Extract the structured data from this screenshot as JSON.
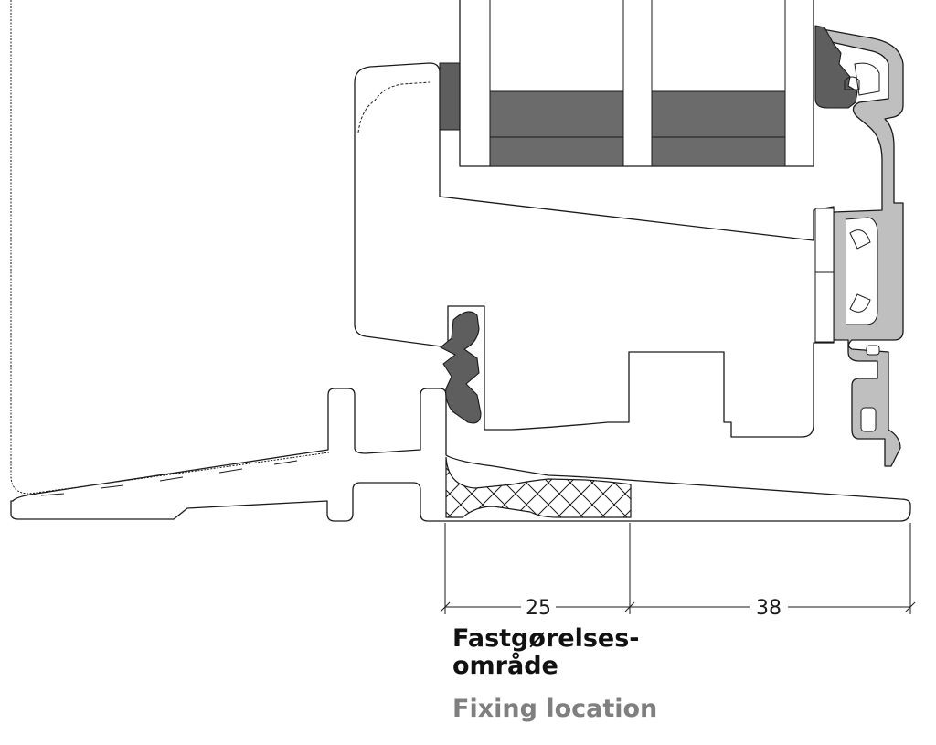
{
  "dimensions": {
    "fixing_width": "25",
    "outer_width": "38"
  },
  "labels": {
    "danish": "Fastgørelses-\nområde",
    "english": "Fixing location"
  },
  "colors": {
    "line": "#1a1a1a",
    "gasket": "#5e5e5e",
    "spacer": "#6b6b6b",
    "aluminium": "#bfbfbf",
    "label_primary": "#111111",
    "label_secondary": "#7f7f7f"
  }
}
